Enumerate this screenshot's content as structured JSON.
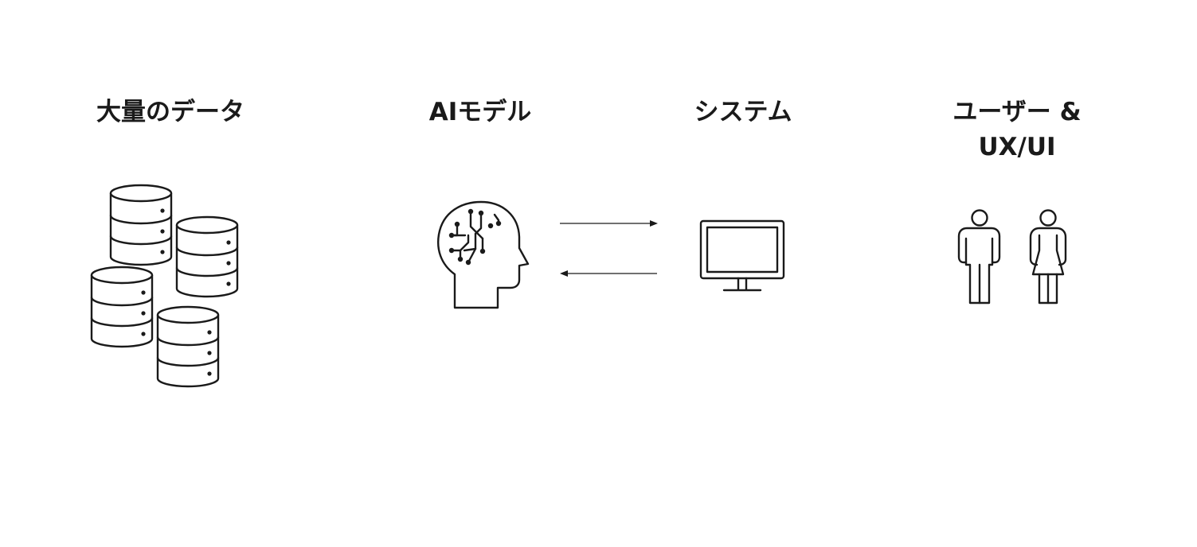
{
  "diagram": {
    "nodes": [
      {
        "id": "data",
        "label_lines": [
          "大量のデータ"
        ],
        "icon": "database-stack-icon"
      },
      {
        "id": "ai",
        "label_lines": [
          "AIモデル"
        ],
        "icon": "ai-head-circuit-icon"
      },
      {
        "id": "system",
        "label_lines": [
          "システム"
        ],
        "icon": "monitor-icon"
      },
      {
        "id": "users",
        "label_lines": [
          "ユーザー &",
          "UX/UI"
        ],
        "icon": "people-icon"
      }
    ],
    "edges": [
      {
        "from": "ai",
        "to": "system",
        "style": "arrow"
      },
      {
        "from": "system",
        "to": "ai",
        "style": "arrow"
      }
    ],
    "colors": {
      "stroke": "#1a1a1a",
      "background": "#ffffff"
    }
  }
}
